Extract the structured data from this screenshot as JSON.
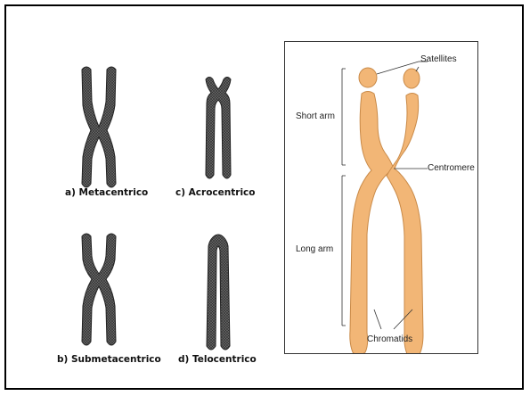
{
  "left_figure": {
    "captions": {
      "metacentric": "a) Metacentrico",
      "acrocentric": "c) Acrocentrico",
      "submetacentric": "b) Submetacentrico",
      "telocentric": "d) Telocentrico"
    }
  },
  "right_figure": {
    "labels": {
      "satellites": "Satellites",
      "short_arm": "Short arm",
      "centromere": "Centromere",
      "long_arm": "Long arm",
      "chromatids": "Chromatids"
    }
  },
  "colors": {
    "chromosome_gray": "#555555",
    "chromosome_orange": "#f0b070",
    "chromosome_orange_edge": "#c98a48",
    "frame": "#000000"
  }
}
